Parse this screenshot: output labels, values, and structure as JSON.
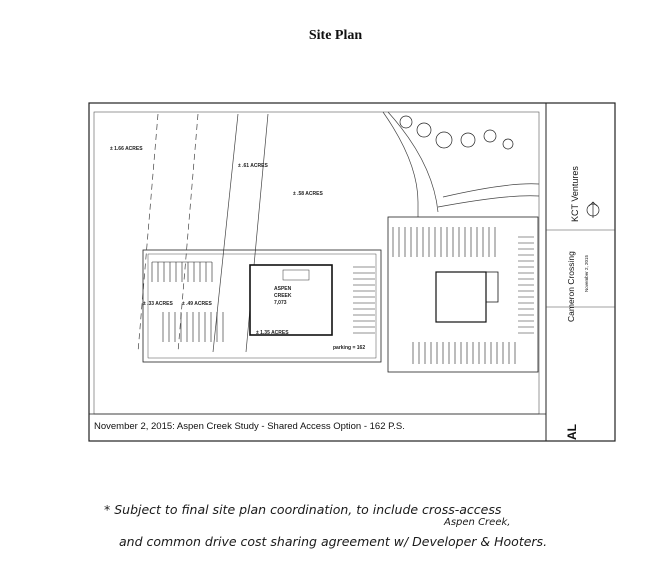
{
  "document": {
    "title": "Site Plan",
    "caption": "November 2, 2015: Aspen Creek Study - Shared Access Option - 162 P.S.",
    "areas": {
      "a1": "± 1.66 ACRES",
      "a2": "± .61 ACRES",
      "a3": "± .58 ACRES",
      "a4": "± .33 ACRES",
      "a5": "± .49 ACRES",
      "a6": "± 1.35 ACRES",
      "building": "ASPEN\nCREEK\n7,073",
      "building_line1": "ASPEN",
      "building_line2": "CREEK",
      "building_line3": "7,073",
      "parking": "parking = 162"
    },
    "side_block": {
      "firm": "KCT Ventures",
      "project": "Cameron Crossing",
      "date": "November 2, 2015",
      "logo": "AL"
    },
    "handwritten": {
      "line1": "* Subject to final site plan coordination, to include cross-access",
      "line2": "and common drive cost sharing agreement w/ Developer & Hooters.",
      "insert": "Aspen Creek,"
    }
  }
}
